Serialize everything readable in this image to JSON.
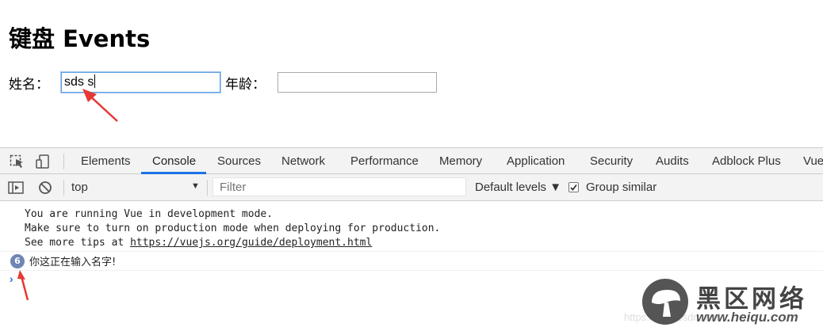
{
  "page": {
    "title": "键盘 Events",
    "name_label": "姓名：",
    "name_value": "sds s",
    "age_label": "年龄：",
    "age_value": ""
  },
  "devtools": {
    "tabs": [
      "Elements",
      "Console",
      "Sources",
      "Network",
      "Performance",
      "Memory",
      "Application",
      "Security",
      "Audits",
      "Adblock Plus",
      "Vue"
    ],
    "active_tab": "Console",
    "context": "top",
    "filter_placeholder": "Filter",
    "levels_label": "Default levels ▼",
    "group_similar_label": "Group similar",
    "group_similar_checked": true,
    "messages": {
      "line1": "You are running Vue in development mode.",
      "line2": "Make sure to turn on production mode when deploying for production.",
      "line3_prefix": "See more tips at ",
      "line3_link": "https://vuejs.org/guide/deployment.html",
      "log_count": "6",
      "log_text": "你这正在输入名字!"
    },
    "prompt": "›"
  },
  "watermark": {
    "brand": "黑区网络",
    "url": "www.heiqu.com",
    "faint": "https://blog.csdn.net/..."
  },
  "colors": {
    "accent": "#1a73e8",
    "annotation_arrow": "#e53935",
    "badge": "#6f86b4"
  }
}
